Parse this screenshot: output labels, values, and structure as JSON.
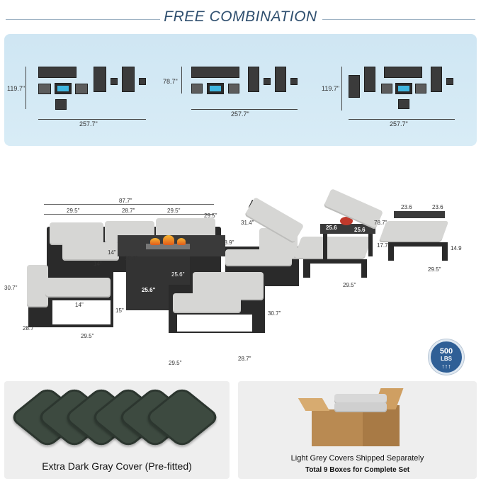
{
  "header": {
    "title": "FREE COMBINATION"
  },
  "combinations": [
    {
      "height": "119.7\"",
      "width": "257.7\""
    },
    {
      "height": "78.7\"",
      "width": "257.7\""
    },
    {
      "height": "119.7\"",
      "width": "257.7\""
    }
  ],
  "dimensions": {
    "sofa_total": "87.7\"",
    "seat_a": "29.5\"",
    "seat_b": "28.7\"",
    "seat_c": "29.5\"",
    "seat_d": "29.5\"",
    "sofa_height": "28.9\"",
    "arm_14a": "14\"",
    "arm_14b": "14\"",
    "fire_depth": "30.7\"",
    "fire_width": "25.6\"",
    "fire_height": "25.6\"",
    "chair_height": "30.7\"",
    "chair_14": "14\"",
    "chair_15": "15\"",
    "chair_depth": "28.7\"",
    "chair_width": "29.5\"",
    "front_chair_h": "30.7\"",
    "front_w1": "29.5\"",
    "front_w2": "28.7\"",
    "lounger_h": "31.4\"",
    "lounger_len": "78.7\"",
    "lounger_w": "29.5\"",
    "side_a": "25.6",
    "side_b": "25.6",
    "table_a": "23.6",
    "table_b": "23.6",
    "lounger2_17": "17.7\"",
    "lounger2_149": "14.9",
    "lounger2_w": "29.5\""
  },
  "badge": {
    "value": "500",
    "unit": "LBS"
  },
  "covers": {
    "label": "Extra Dark Gray Cover (Pre-fitted)"
  },
  "shipping": {
    "line1": "Light Grey Covers Shipped Separately",
    "line2": "Total 9 Boxes for Complete Set"
  }
}
